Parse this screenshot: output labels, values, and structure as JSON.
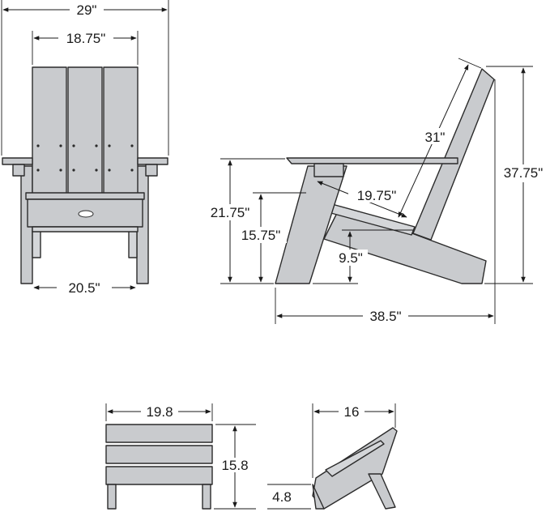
{
  "chair": {
    "front": {
      "overall_width": "29\"",
      "back_width": "18.75\"",
      "seat_width": "20.5\""
    },
    "side": {
      "back_length": "31\"",
      "seat_depth": "19.75\"",
      "arm_height": "21.75\"",
      "seat_height": "15.75\"",
      "seat_front_height": "9.5\"",
      "overall_height": "37.75\"",
      "overall_depth": "38.5\""
    }
  },
  "ottoman": {
    "front": {
      "width": "19.8",
      "height": "15.8"
    },
    "side": {
      "depth": "16",
      "low_height": "4.8"
    }
  },
  "colors": {
    "furniture_fill": "#c9cbce",
    "outline": "#2b2b2b",
    "dimension_ink": "#1a1a1a"
  }
}
